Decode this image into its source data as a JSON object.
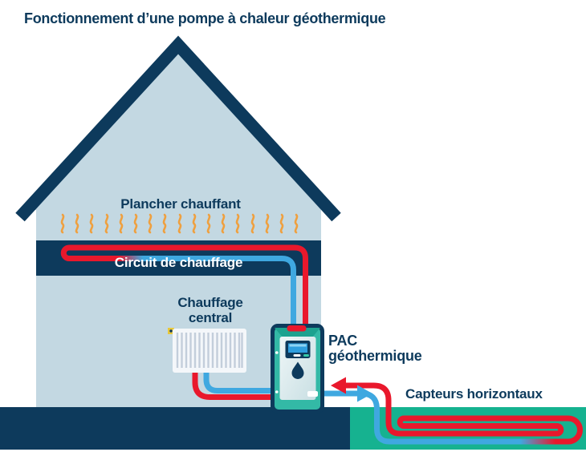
{
  "title": "Fonctionnement d’une pompe à chaleur géothermique",
  "diagram": {
    "labels": {
      "plancher_chauffant": "Plancher chauffant",
      "circuit_de_chauffage": "Circuit de chauffage",
      "chauffage_central": "Chauffage central",
      "pac_geothermique": "PAC géothermique",
      "capteurs_horizontaux": "Capteurs horizontaux"
    },
    "components": {
      "house": "maison",
      "roof": "toit",
      "floor_heating_waves": "ondes de chaleur du plancher chauffant",
      "heating_circuit_band": "bandeau circuit de chauffage",
      "radiator": "radiateur",
      "heat_pump": "pompe à chaleur géothermique",
      "ground_left": "sol sombre",
      "ground_right": "terrain des capteurs",
      "collector_loop": "boucle de capteurs horizontaux enterrés"
    },
    "colors": {
      "navy": "#0d3a5c",
      "wall_light_blue": "#c3d8e2",
      "pipe_red": "#e9182c",
      "pipe_blue": "#3fa8e0",
      "heat_orange": "#efa03f",
      "ground_green": "#16b290",
      "pump_teal": "#33b9a6",
      "pump_teal_dark": "#1da28f",
      "pump_panel": "#e9f2f4",
      "display_blue": "#2f9fdf",
      "white": "#ffffff"
    }
  }
}
